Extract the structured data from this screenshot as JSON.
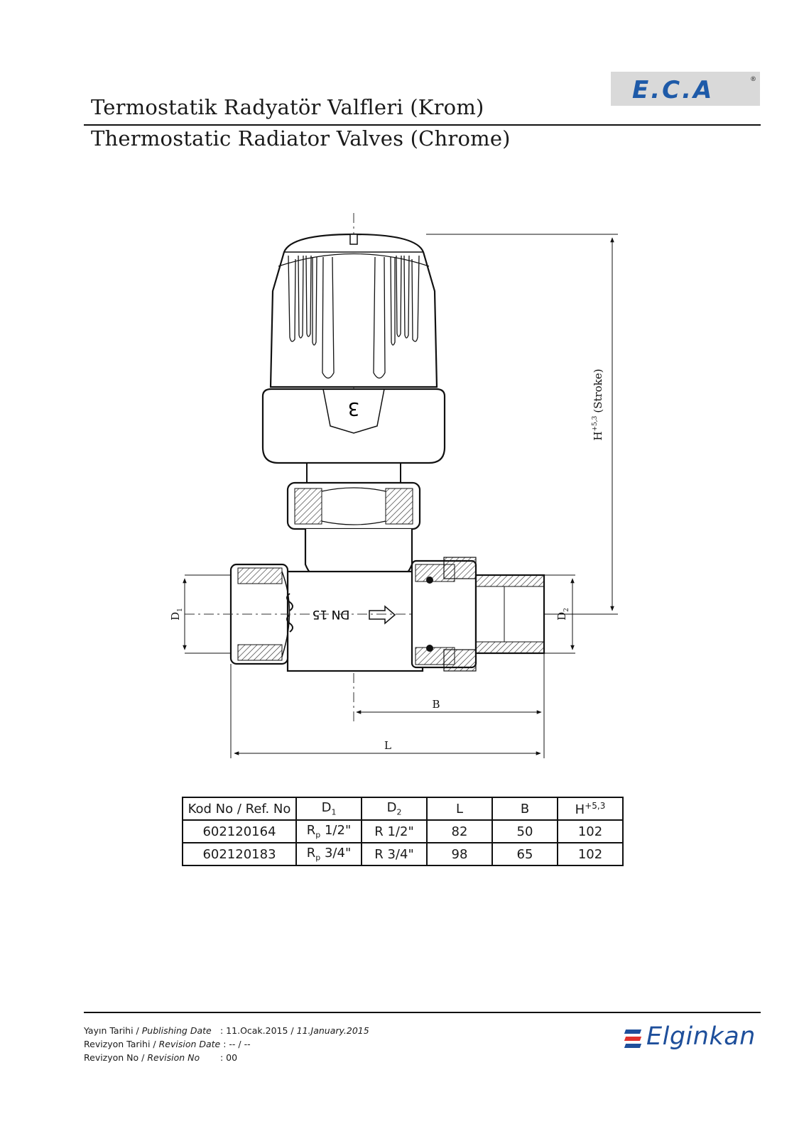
{
  "brand": {
    "logo_text": "E.C.A",
    "registered": "®"
  },
  "title": {
    "tr": "Termostatik Radyatör Valfleri (Krom)",
    "en": "Thermostatic Radiator Valves (Chrome)"
  },
  "drawing": {
    "dimension_labels": {
      "d1": "D",
      "d1_sub": "1",
      "d2": "D",
      "d2_sub": "2",
      "b": "B",
      "l": "L",
      "h": "H",
      "h_sup": "+5,3",
      "h_note": "(Stroke)"
    },
    "body_marking": "DN 15",
    "knob_setting": "3"
  },
  "table": {
    "headers": [
      "Kod No / Ref. No",
      "D1",
      "D2",
      "L",
      "B",
      "H+5,3"
    ],
    "header_parts": {
      "d1_main": "D",
      "d1_sub": "1",
      "d2_main": "D",
      "d2_sub": "2",
      "h_main": "H",
      "h_sup": "+5,3"
    },
    "rows": [
      {
        "code": "602120164",
        "d1_main": "R",
        "d1_sub": "p",
        "d1_rest": " 1/2\"",
        "d2": "R 1/2\"",
        "l": "82",
        "b": "50",
        "h": "102"
      },
      {
        "code": "602120183",
        "d1_main": "R",
        "d1_sub": "p",
        "d1_rest": " 3/4\"",
        "d2": "R 3/4\"",
        "l": "98",
        "b": "65",
        "h": "102"
      }
    ]
  },
  "footer": {
    "publishing_label_tr": "Yayın Tarihi / ",
    "publishing_label_en": "Publishing Date",
    "publishing_value_tr": ": 11.Ocak.2015 / ",
    "publishing_value_en": "11.January.2015",
    "revision_date_label_tr": "Revizyon Tarihi / ",
    "revision_date_label_en": "Revision Date",
    "revision_date_value": " : -- / --",
    "revision_no_label_tr": "Revizyon No / ",
    "revision_no_label_en": "Revision No",
    "revision_no_value": ": 00"
  },
  "company": {
    "name": "Elginkan"
  },
  "colors": {
    "elginkan_blue": "#1e4f9b",
    "elginkan_red": "#e0312c",
    "logo_blue": "#1e5aa8",
    "logo_bg": "#d9d9d9"
  }
}
